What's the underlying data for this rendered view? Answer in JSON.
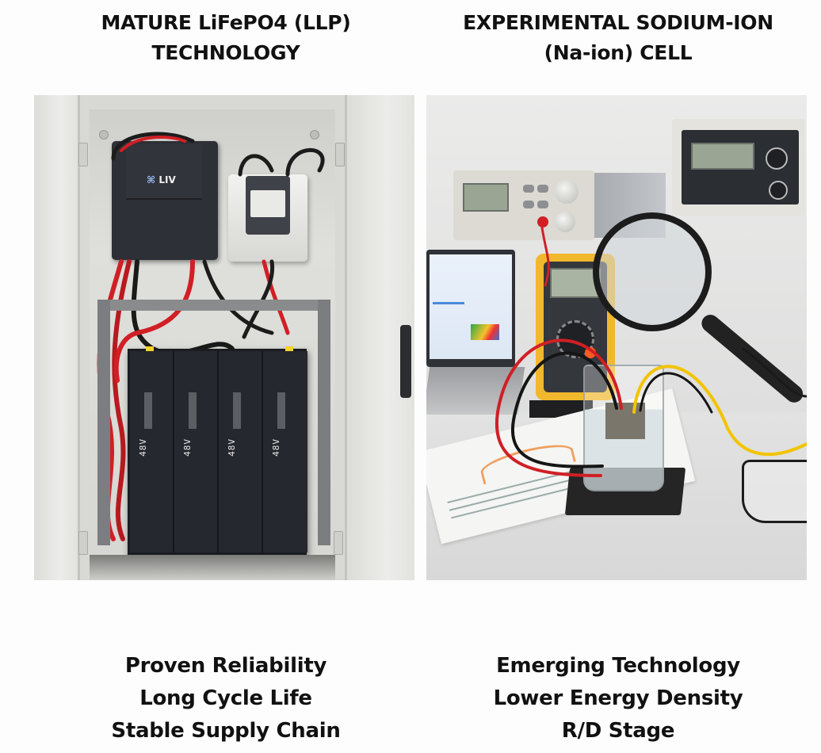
{
  "left_panel": {
    "heading": [
      "MATURE LiFePO4 (LLP)",
      "TECHNOLOGY"
    ],
    "photo": {
      "subject": "Wall-mounted electrical cabinet with open doors containing an inverter, a monitoring unit and a 4-module LiFePO4 battery bank with red and black cables",
      "inverter_brand": "LIV",
      "battery_module_labels": [
        "48V",
        "48V",
        "48V",
        "48V"
      ]
    },
    "captions": [
      "Proven Reliability",
      "Long Cycle Life",
      "Stable Supply Chain"
    ]
  },
  "right_panel": {
    "heading": [
      "EXPERIMENTAL SODIUM-ION",
      "(Na-ion) CELL"
    ],
    "photo": {
      "subject": "Laboratory bench with power supply, signal instrument, yellow multimeter, laptop, magnifying glass, beaker test cell with red/black/yellow leads, printed data sheets and safety glasses"
    },
    "captions": [
      "Emerging Technology",
      "Lower Energy Density",
      "R/D Stage"
    ]
  },
  "colors": {
    "background": "#fdfdfd",
    "text": "#111111",
    "cable_red": "#d01f25",
    "cable_yellow": "#f2c400",
    "multimeter_yellow": "#f1b82d",
    "battery_dark": "#25282e"
  }
}
